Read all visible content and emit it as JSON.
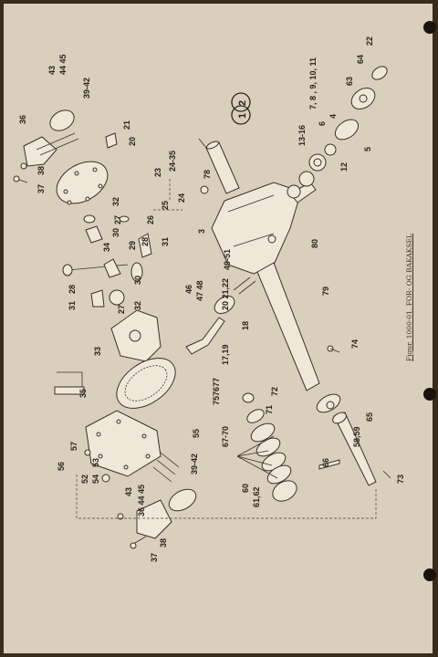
{
  "caption": "Figur. 1000-01. FOR- OG BAKAKSEL",
  "circled_labels": [
    "1",
    "2"
  ],
  "part_labels": [
    {
      "id": "p43a",
      "text": "43"
    },
    {
      "id": "p4445a",
      "text": "44 45"
    },
    {
      "id": "p3942a",
      "text": "39-42"
    },
    {
      "id": "p36a",
      "text": "36"
    },
    {
      "id": "p38a",
      "text": "38"
    },
    {
      "id": "p37a",
      "text": "37"
    },
    {
      "id": "p21",
      "text": "21"
    },
    {
      "id": "p20",
      "text": "20"
    },
    {
      "id": "p23",
      "text": "23"
    },
    {
      "id": "p2435",
      "text": "24-35"
    },
    {
      "id": "p24",
      "text": "24"
    },
    {
      "id": "p25",
      "text": "25"
    },
    {
      "id": "p26",
      "text": "26"
    },
    {
      "id": "p32a",
      "text": "32"
    },
    {
      "id": "p27a",
      "text": "27"
    },
    {
      "id": "p30a",
      "text": "30"
    },
    {
      "id": "p28a",
      "text": "28"
    },
    {
      "id": "p29",
      "text": "29"
    },
    {
      "id": "p31a",
      "text": "31"
    },
    {
      "id": "p34",
      "text": "34"
    },
    {
      "id": "p31b",
      "text": "31"
    },
    {
      "id": "p28b",
      "text": "28"
    },
    {
      "id": "p30b",
      "text": "30"
    },
    {
      "id": "p32b",
      "text": "32"
    },
    {
      "id": "p27b",
      "text": "27"
    },
    {
      "id": "p33",
      "text": "33"
    },
    {
      "id": "p35",
      "text": "35"
    },
    {
      "id": "p3",
      "text": "3"
    },
    {
      "id": "p78",
      "text": "78"
    },
    {
      "id": "p1316",
      "text": "13-16"
    },
    {
      "id": "p781011",
      "text": "7, 8 , 9, 10, 11"
    },
    {
      "id": "p6",
      "text": "6"
    },
    {
      "id": "p4",
      "text": "4"
    },
    {
      "id": "p12",
      "text": "12"
    },
    {
      "id": "p5",
      "text": "5"
    },
    {
      "id": "p63",
      "text": "63"
    },
    {
      "id": "p64",
      "text": "64"
    },
    {
      "id": "p22",
      "text": "22"
    },
    {
      "id": "p80",
      "text": "80"
    },
    {
      "id": "p79",
      "text": "79"
    },
    {
      "id": "p4951",
      "text": "49-51"
    },
    {
      "id": "p46",
      "text": "46"
    },
    {
      "id": "p4748",
      "text": "47 48"
    },
    {
      "id": "p1719",
      "text": "17,19"
    },
    {
      "id": "p202122",
      "text": "20 21,22"
    },
    {
      "id": "p18",
      "text": "18"
    },
    {
      "id": "p74",
      "text": "74"
    },
    {
      "id": "p75",
      "text": "75"
    },
    {
      "id": "p76",
      "text": "76"
    },
    {
      "id": "p77",
      "text": "77"
    },
    {
      "id": "p72",
      "text": "72"
    },
    {
      "id": "p71",
      "text": "71"
    },
    {
      "id": "p6770",
      "text": "67-70"
    },
    {
      "id": "p55",
      "text": "55"
    },
    {
      "id": "p65",
      "text": "65"
    },
    {
      "id": "p5859",
      "text": "58,59"
    },
    {
      "id": "p66",
      "text": "66"
    },
    {
      "id": "p73",
      "text": "73"
    },
    {
      "id": "p60",
      "text": "60"
    },
    {
      "id": "p6162",
      "text": "61,62"
    },
    {
      "id": "p3942b",
      "text": "39-42"
    },
    {
      "id": "p56",
      "text": "56"
    },
    {
      "id": "p57",
      "text": "57"
    },
    {
      "id": "p52",
      "text": "52"
    },
    {
      "id": "p53",
      "text": "53"
    },
    {
      "id": "p54",
      "text": "54"
    },
    {
      "id": "p43b",
      "text": "43"
    },
    {
      "id": "p3644b",
      "text": "36 44 45"
    },
    {
      "id": "p37b",
      "text": "37"
    },
    {
      "id": "p38b",
      "text": "38"
    }
  ]
}
